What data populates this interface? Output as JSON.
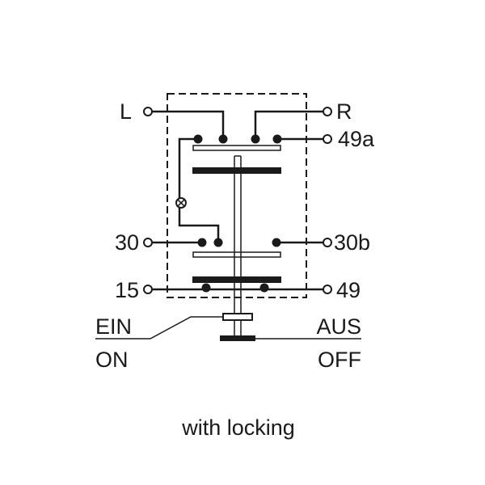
{
  "terminals": {
    "L": "L",
    "R": "R",
    "t49a": "49a",
    "t30": "30",
    "t30b": "30b",
    "t15": "15",
    "t49": "49"
  },
  "positions": {
    "ein": "EIN",
    "on": "ON",
    "aus": "AUS",
    "off": "OFF"
  },
  "caption": "with locking",
  "colors": {
    "ink": "#1a1a1a",
    "background": "#ffffff"
  },
  "icons": {
    "lamp": "indicator-lamp-icon"
  }
}
